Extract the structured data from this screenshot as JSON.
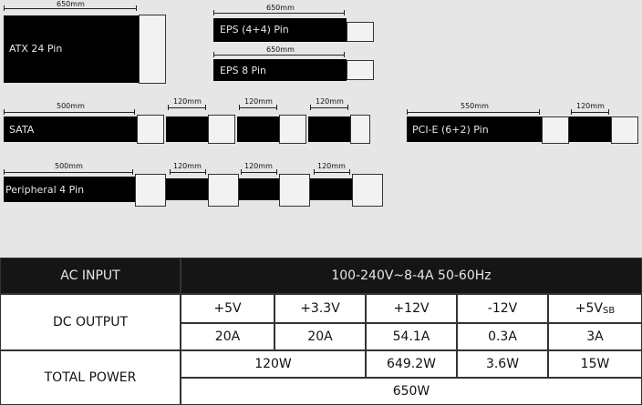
{
  "cables": {
    "atx": {
      "label": "ATX 24 Pin",
      "length": "650mm"
    },
    "eps44": {
      "label": "EPS (4+4) Pin",
      "length": "650mm"
    },
    "eps8": {
      "label": "EPS 8 Pin",
      "length": "650mm"
    },
    "sata": {
      "label": "SATA",
      "length": "500mm",
      "segments": [
        "120mm",
        "120mm",
        "120mm"
      ]
    },
    "pcie": {
      "label": "PCI-E (6+2) Pin",
      "length": "550mm",
      "segment": "120mm"
    },
    "peripheral": {
      "label": "Peripheral 4 Pin",
      "length": "500mm",
      "segments": [
        "120mm",
        "120mm",
        "120mm"
      ]
    }
  },
  "table": {
    "ac_input_label": "AC INPUT",
    "ac_input_value": "100-240V~8-4A 50-60Hz",
    "dc_output_label": "DC OUTPUT",
    "rails": [
      "+5V",
      "+3.3V",
      "+12V",
      "-12V",
      "+5V"
    ],
    "rail_sb_suffix": "SB",
    "currents": [
      "20A",
      "20A",
      "54.1A",
      "0.3A",
      "3A"
    ],
    "total_power_label": "TOTAL POWER",
    "combined_5v_33v": "120W",
    "p12v": "649.2W",
    "pn12v": "3.6W",
    "p5vsb": "15W",
    "total": "650W"
  }
}
